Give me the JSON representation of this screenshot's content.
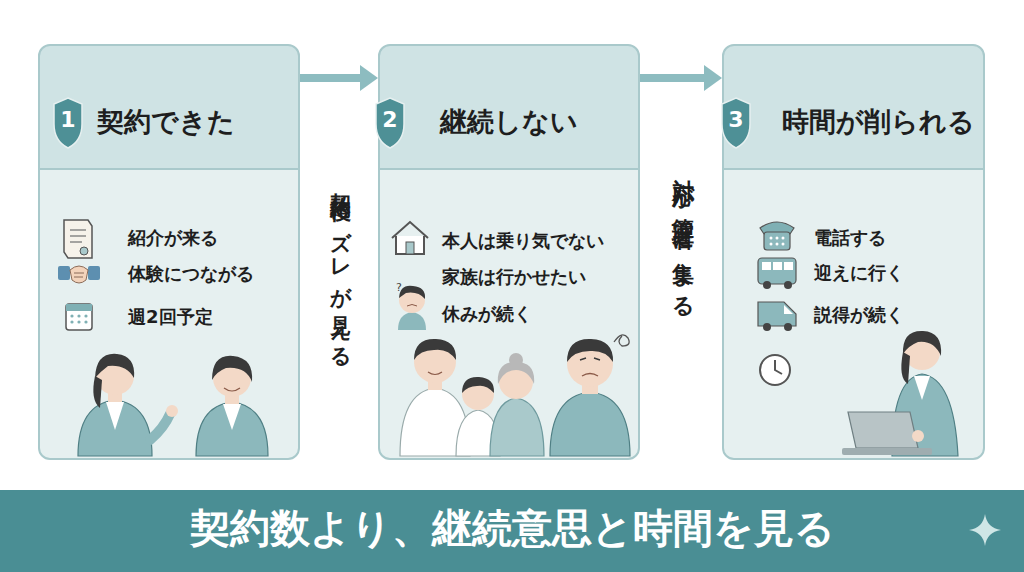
{
  "diagram": {
    "nodes": [
      {
        "text": [
          "契約できた",
          "紹介が来る",
          "体験につながる",
          "週2回予定"
        ]
      },
      {
        "text": [
          "1"
        ],
        "in": 0
      },
      {
        "text": [
          "継続しない",
          "本人は乗り気でない",
          "家族は行かせたい",
          "休みが続く"
        ]
      },
      {
        "text": [
          "2"
        ],
        "in": 2
      },
      {
        "text": [
          "時間が削られる",
          "電話する",
          "迎えに行く",
          "説得が続く"
        ]
      },
      {
        "text": [
          "3"
        ],
        "in": 4
      },
      {
        "text": [
          "契約数より、継続意思と時間を見る"
        ]
      }
    ],
    "edges": [
      {
        "from": 0,
        "to": 2,
        "arrow": "to",
        "label": "契約後にズレが見える"
      },
      {
        "from": 2,
        "to": 4,
        "arrow": "to",
        "label": "対応が管理者に集まる"
      }
    ],
    "labels": [
      "?"
    ]
  }
}
